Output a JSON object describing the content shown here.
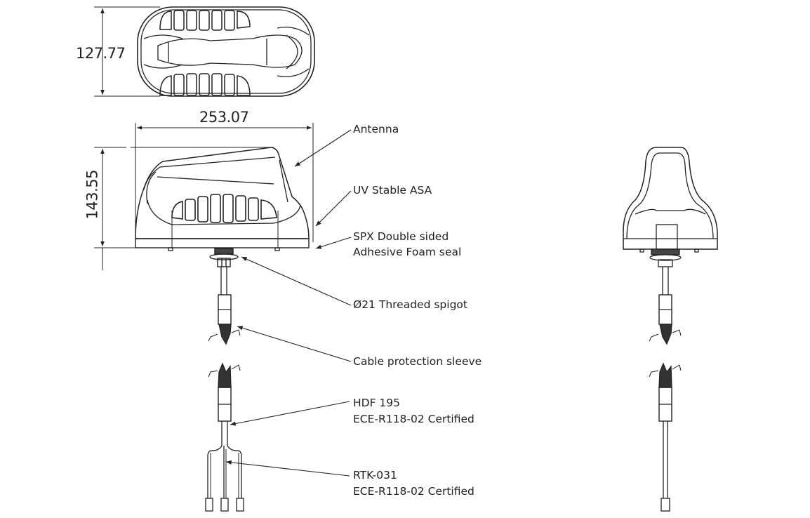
{
  "dimensions": {
    "depth": "127.77",
    "width": "253.07",
    "height": "143.55"
  },
  "callouts": {
    "antenna": "Antenna",
    "housing": "UV Stable ASA",
    "seal_line1": "SPX Double sided",
    "seal_line2": "Adhesive Foam seal",
    "spigot": "Ø21 Threaded spigot",
    "sleeve": "Cable protection sleeve",
    "cable_line1": "HDF 195",
    "cable_line2": "ECE-R118-02 Certified",
    "tails_line1": "RTK-031",
    "tails_line2": "ECE-R118-02 Certified"
  },
  "colors": {
    "line": "#222222",
    "background": "#ffffff"
  }
}
